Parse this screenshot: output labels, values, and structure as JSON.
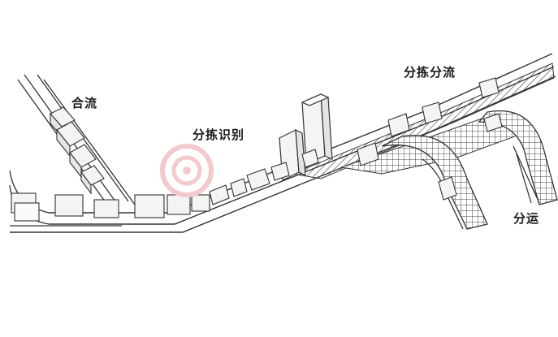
{
  "labels": {
    "merge": "合流",
    "sort_identify": "分拣识别",
    "sort_divert": "分拣分流",
    "dispatch": "分运"
  },
  "colors": {
    "line": "#333333",
    "box_fill": "#f4f4f4",
    "watermark": "#f3c9cc"
  }
}
